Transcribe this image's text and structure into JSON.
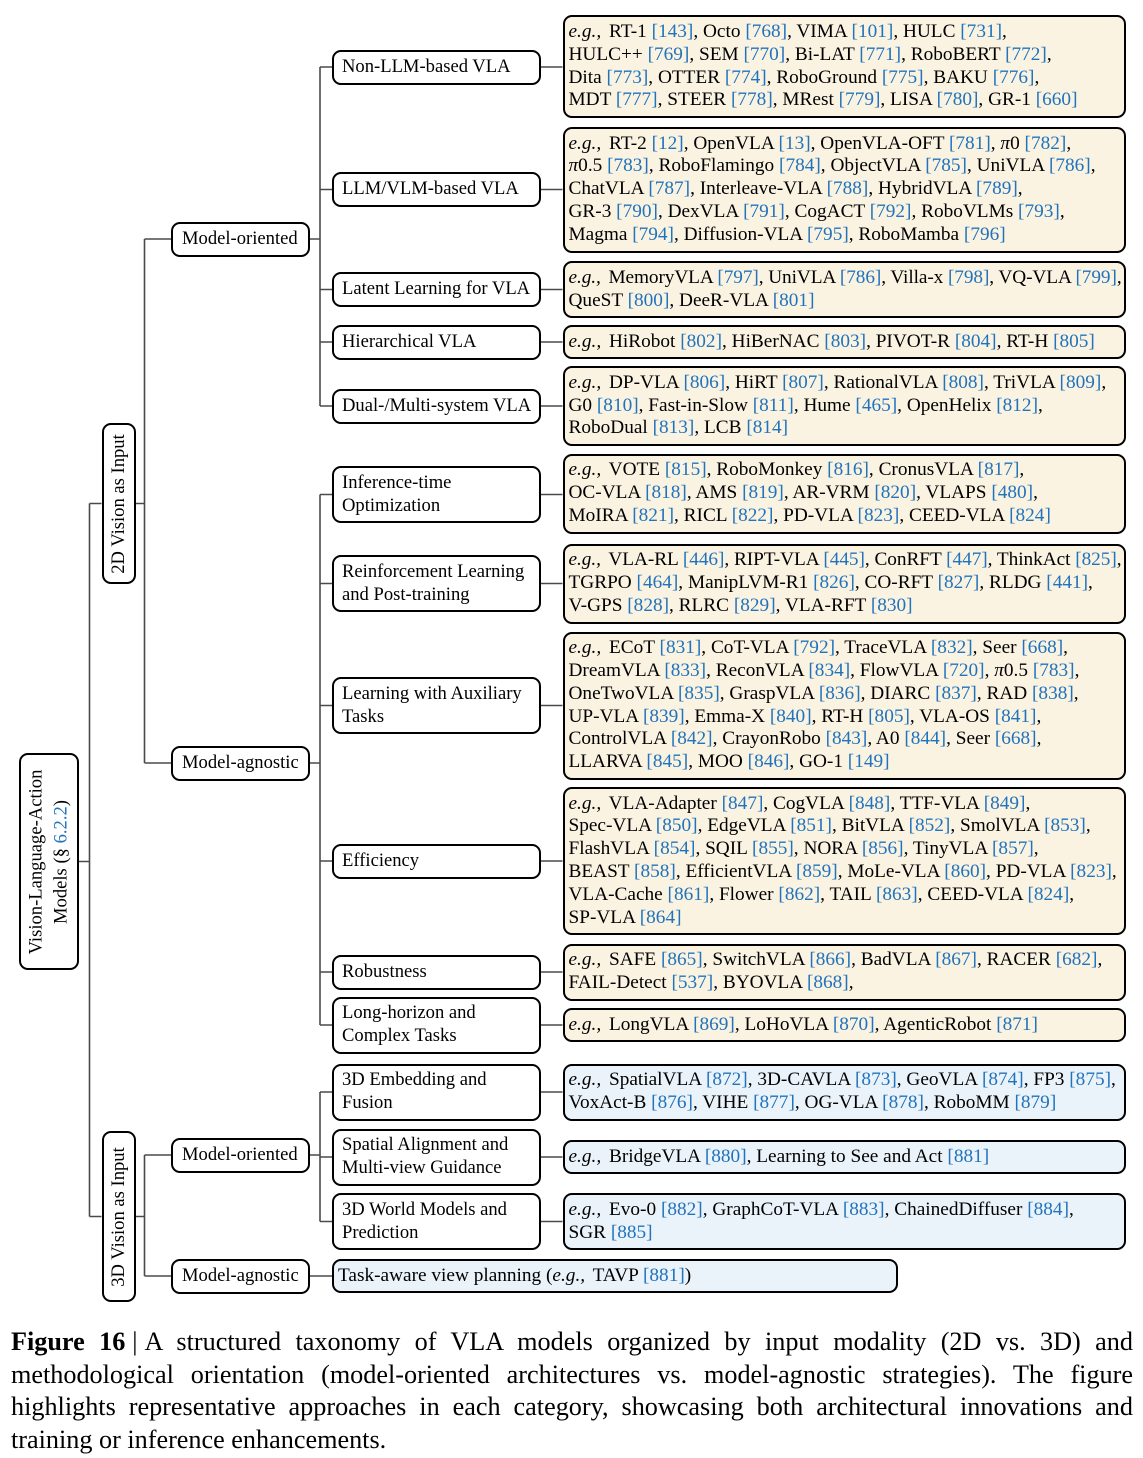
{
  "palette": {
    "page_bg": "#FFFFFF",
    "leaf_bg_2d": "#FAF3E2",
    "leaf_bg_3d": "#EBF3FA",
    "node_bg": "#FFFFFF",
    "border": "#000000",
    "edge": "#4A4A4A",
    "text": "#000000",
    "link_blue": "#2173BC"
  },
  "tree": {
    "root": {
      "lines": [
        "Vision-Language-Action",
        "Models (§ 6.2.2)"
      ],
      "section_ref": "6.2.2"
    },
    "branches": [
      {
        "label": "2D Vision as Input",
        "children": [
          {
            "label": "Model-oriented",
            "rows": [
              {
                "category_lines": [
                  "Non-LLM-based VLA"
                ],
                "leaf_lines": [
                  "e.g., RT-1 [143], Octo [768], VIMA [101], HULC [731],",
                  "HULC++ [769], SEM [770], Bi-LAT [771], RoboBERT [772],",
                  "Dita [773], OTTER [774], RoboGround [775], BAKU [776],",
                  "MDT [777], STEER [778], MRest [779], LISA [780], GR-1 [660]"
                ]
              },
              {
                "category_lines": [
                  "LLM/VLM-based VLA"
                ],
                "leaf_lines": [
                  "e.g., RT-2 [12], OpenVLA [13], OpenVLA-OFT [781], π0 [782],",
                  "π0.5 [783], RoboFlamingo [784], ObjectVLA [785], UniVLA [786],",
                  "ChatVLA [787], Interleave-VLA [788], HybridVLA [789],",
                  "GR-3 [790], DexVLA [791], CogACT [792], RoboVLMs [793],",
                  "Magma [794], Diffusion-VLA [795], RoboMamba [796]"
                ]
              },
              {
                "category_lines": [
                  "Latent Learning for VLA"
                ],
                "leaf_lines": [
                  "e.g., MemoryVLA [797], UniVLA [786], Villa-x [798], VQ-VLA [799],",
                  "QueST [800], DeeR-VLA [801]"
                ]
              },
              {
                "category_lines": [
                  "Hierarchical VLA"
                ],
                "leaf_lines": [
                  "e.g., HiRobot [802], HiBerNAC [803], PIVOT-R [804], RT-H [805]"
                ]
              },
              {
                "category_lines": [
                  "Dual-/Multi-system VLA"
                ],
                "leaf_lines": [
                  "e.g., DP-VLA [806], HiRT [807], RationalVLA [808], TriVLA [809],",
                  "G0 [810], Fast-in-Slow [811], Hume [465], OpenHelix [812],",
                  "RoboDual [813], LCB [814]"
                ]
              }
            ]
          },
          {
            "label": "Model-agnostic",
            "rows": [
              {
                "category_lines": [
                  "Inference-time",
                  "Optimization"
                ],
                "leaf_lines": [
                  "e.g., VOTE [815], RoboMonkey [816], CronusVLA [817],",
                  "OC-VLA [818], AMS [819], AR-VRM [820], VLAPS [480],",
                  "MoIRA [821], RICL [822], PD-VLA [823], CEED-VLA [824]"
                ]
              },
              {
                "category_lines": [
                  "Reinforcement Learning",
                  "and Post-training"
                ],
                "leaf_lines": [
                  "e.g., VLA-RL [446], RIPT-VLA [445], ConRFT [447], ThinkAct [825],",
                  "TGRPO [464], ManipLVM-R1 [826], CO-RFT [827], RLDG [441],",
                  "V-GPS [828], RLRC [829], VLA-RFT [830]"
                ]
              },
              {
                "category_lines": [
                  "Learning with Auxiliary",
                  "Tasks"
                ],
                "leaf_lines": [
                  "e.g., ECoT [831], CoT-VLA [792], TraceVLA [832], Seer [668],",
                  "DreamVLA [833], ReconVLA [834], FlowVLA [720], π0.5 [783],",
                  "OneTwoVLA [835], GraspVLA [836], DIARC [837], RAD [838],",
                  "UP-VLA [839], Emma-X [840], RT-H [805], VLA-OS [841],",
                  "ControlVLA [842], CrayonRobo [843], A0 [844], Seer [668],",
                  "LLARVA [845], MOO [846], GO-1 [149]"
                ]
              },
              {
                "category_lines": [
                  "Efficiency"
                ],
                "leaf_lines": [
                  "e.g., VLA-Adapter [847], CogVLA [848], TTF-VLA [849],",
                  "Spec-VLA [850], EdgeVLA [851], BitVLA [852], SmolVLA [853],",
                  "FlashVLA [854], SQIL [855], NORA [856], TinyVLA [857],",
                  "BEAST [858], EfficientVLA [859], MoLe-VLA [860], PD-VLA [823],",
                  "VLA-Cache [861], Flower [862], TAIL [863], CEED-VLA [824],",
                  "SP-VLA [864]"
                ]
              },
              {
                "category_lines": [
                  "Robustness"
                ],
                "leaf_lines": [
                  "e.g., SAFE [865], SwitchVLA [866], BadVLA [867], RACER [682],",
                  "FAIL-Detect [537], BYOVLA [868],"
                ]
              },
              {
                "category_lines": [
                  "Long-horizon and",
                  "Complex Tasks"
                ],
                "leaf_lines": [
                  "e.g., LongVLA [869], LoHoVLA [870], AgenticRobot [871]"
                ]
              }
            ]
          }
        ]
      },
      {
        "label": "3D Vision as Input",
        "children": [
          {
            "label": "Model-oriented",
            "rows": [
              {
                "category_lines": [
                  "3D Embedding and",
                  "Fusion"
                ],
                "leaf_lines": [
                  "e.g., SpatialVLA [872], 3D-CAVLA [873], GeoVLA [874], FP3 [875],",
                  "VoxAct-B [876], VIHE [877], OG-VLA [878], RoboMM [879]"
                ]
              },
              {
                "category_lines": [
                  "Spatial Alignment and",
                  "Multi-view Guidance"
                ],
                "leaf_lines": [
                  "e.g., BridgeVLA [880], Learning to See and Act [881]"
                ]
              },
              {
                "category_lines": [
                  "3D World Models and",
                  "Prediction"
                ],
                "leaf_lines": [
                  "e.g., Evo-0 [882], GraphCoT-VLA [883], ChainedDiffuser [884],",
                  "SGR [885]"
                ]
              }
            ]
          },
          {
            "label": "Model-agnostic",
            "rows": [
              {
                "leaf_lines": [
                  "Task-aware view planning (e.g., TAVP [881])"
                ]
              }
            ]
          }
        ]
      }
    ]
  },
  "caption": {
    "label": "Figure 16",
    "separator": "|",
    "text": "A structured taxonomy of VLA models organized by input modality (2D vs. 3D) and methodological orientation (model-oriented architectures vs. model-agnostic strategies). The figure highlights representative approaches in each category, showcasing both architectural innovations and training or inference enhancements."
  }
}
